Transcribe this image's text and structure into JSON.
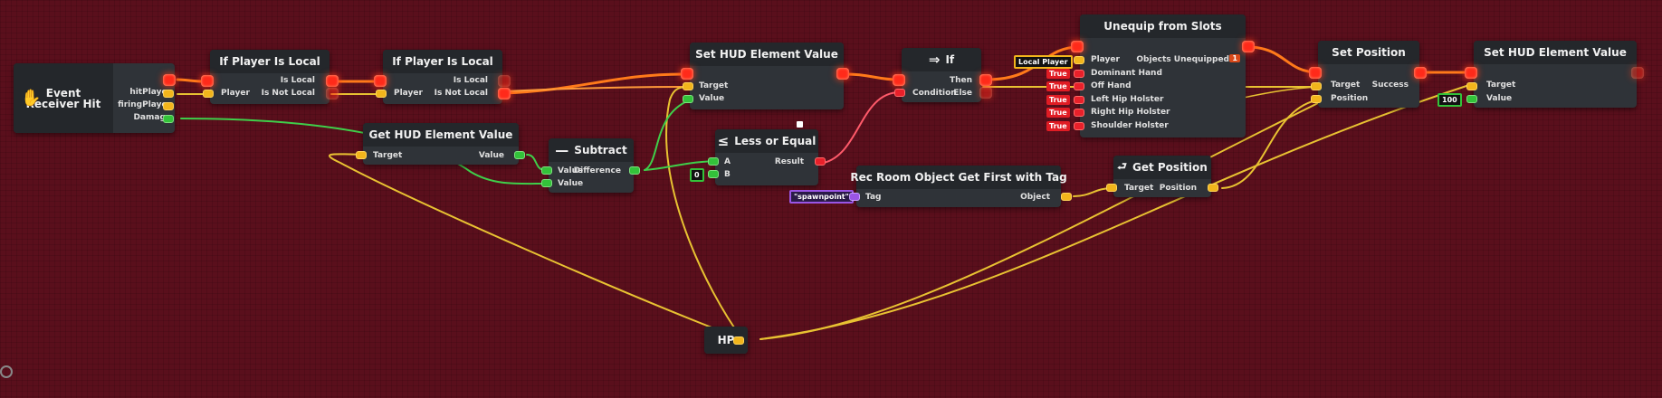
{
  "nodes": {
    "event_receiver": {
      "title": "Event Receiver Hit",
      "ports": [
        "hitPlayer",
        "firingPlayer",
        "Damage"
      ]
    },
    "if_local_1": {
      "title": "If Player Is Local",
      "in": "Player",
      "out1": "Is Local",
      "out2": "Is Not Local"
    },
    "if_local_2": {
      "title": "If Player Is Local",
      "in": "Player",
      "out1": "Is Local",
      "out2": "Is Not Local"
    },
    "get_hud": {
      "title": "Get HUD Element Value",
      "in": "Target",
      "out": "Value"
    },
    "subtract": {
      "glyph": "—",
      "title": "Subtract",
      "in1": "Value",
      "in2": "Value",
      "out": "Difference"
    },
    "set_hud_1": {
      "title": "Set HUD Element Value",
      "in1": "Target",
      "in2": "Value"
    },
    "less_equal": {
      "glyph": "≤",
      "title": "Less or Equal",
      "in1": "A",
      "in2": "B",
      "b_value": "0",
      "out": "Result"
    },
    "if_node": {
      "glyph": "⇒",
      "title": "If",
      "in": "Condition",
      "out1": "Then",
      "out2": "Else"
    },
    "unequip": {
      "title": "Unequip from Slots",
      "player_chip": "Local Player",
      "in_player": "Player",
      "out": "Objects Unequipped",
      "out_badge": "1",
      "slots": [
        {
          "chip": "True",
          "label": "Dominant Hand"
        },
        {
          "chip": "True",
          "label": "Off Hand"
        },
        {
          "chip": "True",
          "label": "Left Hip Holster"
        },
        {
          "chip": "True",
          "label": "Right Hip Holster"
        },
        {
          "chip": "True",
          "label": "Shoulder Holster"
        }
      ]
    },
    "rec_room": {
      "title": "Rec Room Object Get First with Tag",
      "in": "Tag",
      "tag_value": "\"spawnpoint\"",
      "out": "Object"
    },
    "get_position": {
      "glyph": "⮐",
      "title": "Get Position",
      "in": "Target",
      "out": "Position"
    },
    "set_position": {
      "title": "Set Position",
      "in1": "Target",
      "in2": "Position",
      "out": "Success"
    },
    "set_hud_2": {
      "title": "Set HUD Element Value",
      "in1": "Target",
      "in2": "Value",
      "value": "100"
    },
    "hp": {
      "title": "HP"
    }
  },
  "colors": {
    "background": "#5a0f1c",
    "exec_wire": "#ff6a1a",
    "player_wire": "#e8c232",
    "number_wire": "#3fcf4a",
    "bool_wire": "#ff5a6a"
  },
  "icons": {
    "event_icon": "target-hand-icon",
    "corner_icon": "settings-icon"
  }
}
